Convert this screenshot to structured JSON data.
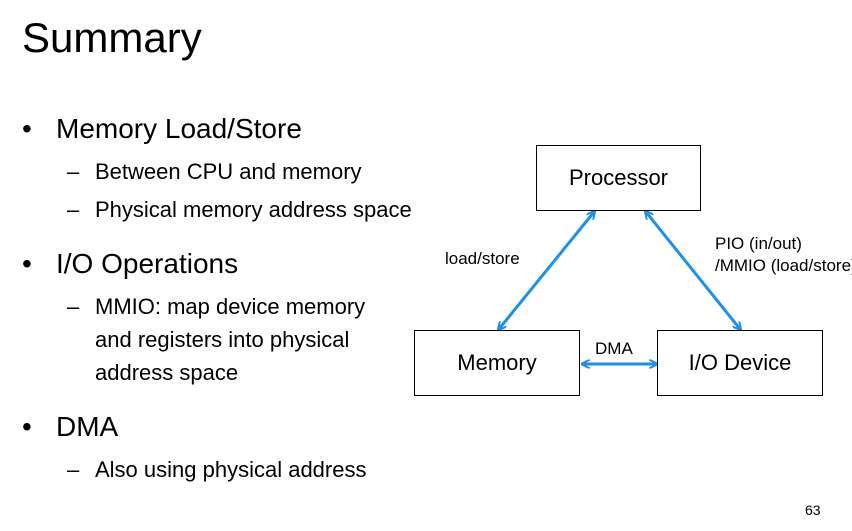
{
  "title": "Summary",
  "bullets": [
    {
      "text": "Memory Load/Store",
      "sub": [
        "Between CPU and memory",
        "Physical memory address space"
      ]
    },
    {
      "text": "I/O Operations",
      "sub": [
        "MMIO: map device memory",
        "and registers into physical",
        "address space"
      ]
    },
    {
      "text": "DMA",
      "sub": [
        "Also using physical address"
      ]
    }
  ],
  "bullet_glyph": "•",
  "dash_glyph": "–",
  "diagram": {
    "processor": "Processor",
    "memory": "Memory",
    "io_device": "I/O Device",
    "edge_load_store": "load/store",
    "edge_pio_line1": "PIO (in/out)",
    "edge_pio_line2": "/MMIO (load/store)",
    "edge_dma": "DMA",
    "arrow_color": "#1E90E6"
  },
  "page_number": "63"
}
